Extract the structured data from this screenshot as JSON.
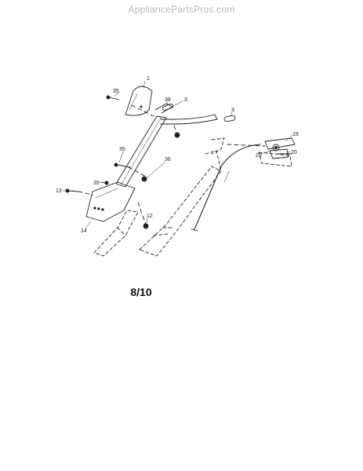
{
  "watermark": "AppliancePartsPros.com",
  "page_number": "8/10",
  "colors": {
    "ink": "#222222",
    "watermark": "#b8b8b8",
    "background": "#ffffff"
  },
  "callouts": {
    "c1": "1",
    "c35a": "35",
    "c38": "38",
    "c3a": "3",
    "c3b": "3",
    "c19": "19",
    "c29": "29",
    "c20": "20",
    "c35b": "35",
    "c36": "36",
    "c13": "13",
    "c39": "39",
    "c12": "12",
    "c14": "14"
  }
}
